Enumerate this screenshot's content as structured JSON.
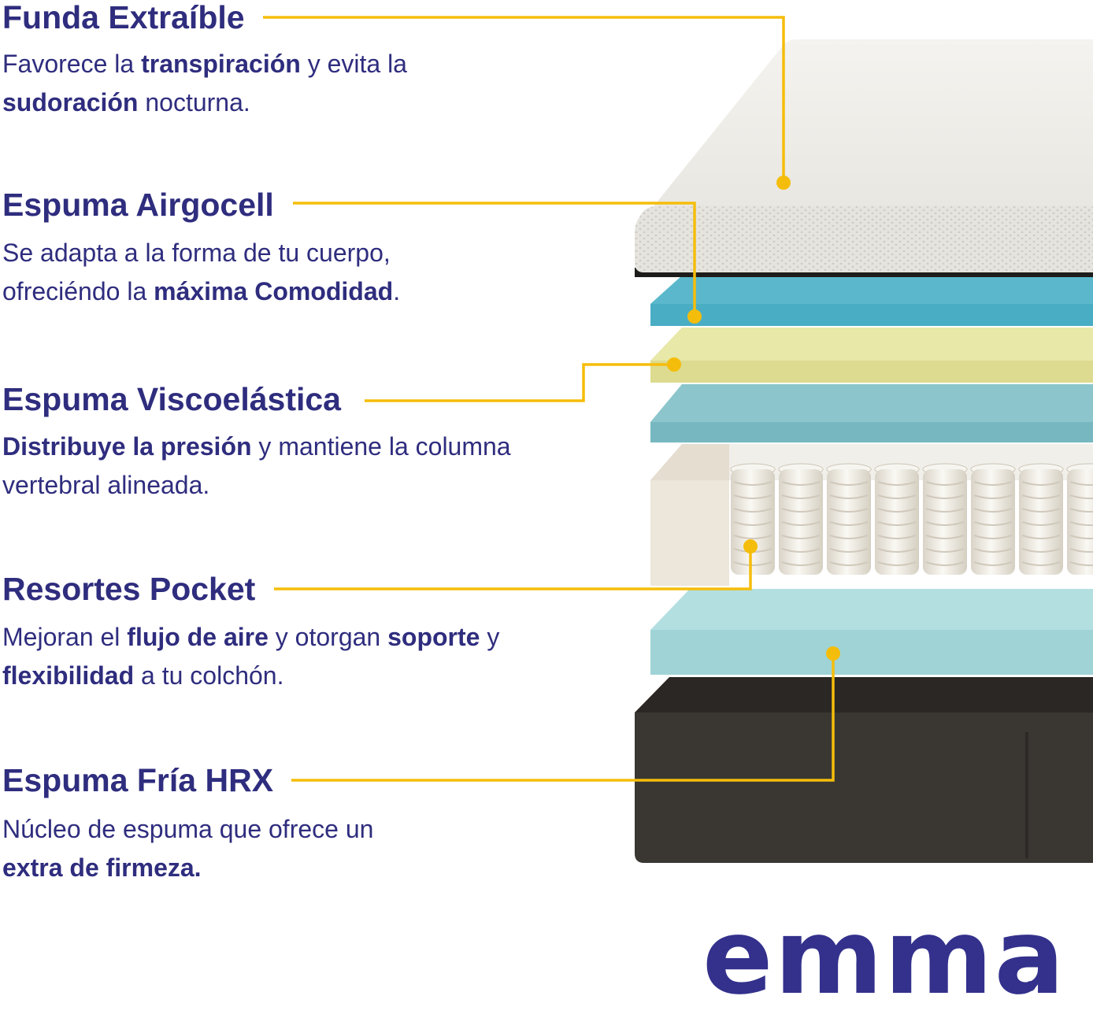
{
  "layers": [
    {
      "title": "Funda Extraíble",
      "desc_lines": [
        [
          {
            "t": "Favorece la ",
            "b": false
          },
          {
            "t": "transpiración",
            "b": true
          },
          {
            "t": " y evita la",
            "b": false
          }
        ],
        [
          {
            "t": "sudoración",
            "b": true
          },
          {
            "t": " nocturna.",
            "b": false
          }
        ]
      ]
    },
    {
      "title": "Espuma Airgocell",
      "desc_lines": [
        [
          {
            "t": "Se adapta a la forma de tu cuerpo,",
            "b": false
          }
        ],
        [
          {
            "t": "ofreciéndo la ",
            "b": false
          },
          {
            "t": "máxima Comodidad",
            "b": true
          },
          {
            "t": ".",
            "b": false
          }
        ]
      ]
    },
    {
      "title": "Espuma Viscoelástica",
      "desc_lines": [
        [
          {
            "t": "Distribuye la presión",
            "b": true
          },
          {
            "t": " y mantiene la columna",
            "b": false
          }
        ],
        [
          {
            "t": "vertebral alineada.",
            "b": false
          }
        ]
      ]
    },
    {
      "title": "Resortes Pocket",
      "desc_lines": [
        [
          {
            "t": "Mejoran el ",
            "b": false
          },
          {
            "t": "flujo de aire",
            "b": true
          },
          {
            "t": " y otorgan ",
            "b": false
          },
          {
            "t": "soporte",
            "b": true
          },
          {
            "t": " y",
            "b": false
          }
        ],
        [
          {
            "t": "flexibilidad",
            "b": true
          },
          {
            "t": " a tu colchón.",
            "b": false
          }
        ]
      ]
    },
    {
      "title": "Espuma Fría HRX",
      "desc_lines": [
        [
          {
            "t": "Núcleo de espuma que ofrece un",
            "b": false
          }
        ],
        [
          {
            "t": "extra de firmeza.",
            "b": true
          }
        ]
      ]
    }
  ],
  "brand": {
    "logo": "emma",
    "registered": "®"
  },
  "colors": {
    "text": "#2f2d7e",
    "leader": "#f5bd0b",
    "cover": "#ecebe6",
    "airgocell": "#49aec4",
    "visco": "#e3e29a",
    "transition": "#77b8c0",
    "springs": "#efebe4",
    "hrx": "#9fd3d6",
    "base": "#3a3733"
  }
}
